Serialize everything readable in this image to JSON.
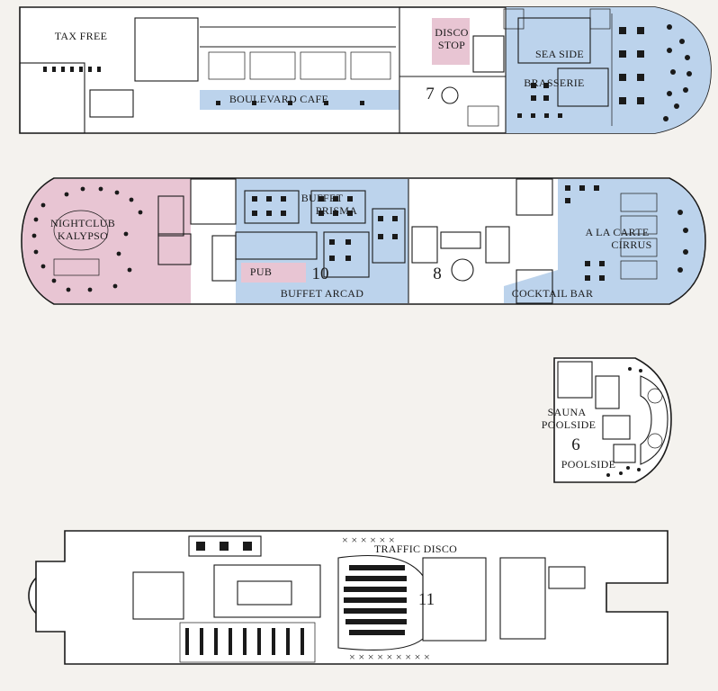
{
  "colors": {
    "background": "#f4f2ee",
    "hull": "#ffffff",
    "line": "#1a1a1a",
    "restaurant_zone": "#bcd3ec",
    "entertainment_zone": "#e8c5d3"
  },
  "decks": [
    {
      "id": "deck-7",
      "number": "7",
      "rooms": [
        {
          "id": "tax-free",
          "label": "TAX FREE"
        },
        {
          "id": "boulevard-cafe",
          "label": "BOULEVARD CAFE"
        },
        {
          "id": "disco-stop",
          "label_lines": [
            "DISCO",
            "STOP"
          ]
        },
        {
          "id": "sea-side",
          "label": "SEA SIDE"
        },
        {
          "id": "brasserie",
          "label": "BRASSERIE"
        }
      ]
    },
    {
      "id": "deck-8",
      "number": "8",
      "rooms": [
        {
          "id": "nightclub-kalypso",
          "label_lines": [
            "NIGHTCLUB",
            "KALYPSO"
          ]
        },
        {
          "id": "buffet-prisma",
          "label_lines": [
            "BUFFET",
            "PRISMA"
          ]
        },
        {
          "id": "pub",
          "label": "PUB"
        },
        {
          "id": "buffet-arcad",
          "label": "BUFFET ARCAD"
        },
        {
          "id": "a-la-carte-cirrus",
          "label_lines": [
            "A LA CARTE",
            "CIRRUS"
          ]
        },
        {
          "id": "cocktail-bar",
          "label": "COCKTAIL BAR"
        }
      ],
      "extra_marks": [
        "10"
      ]
    },
    {
      "id": "deck-6",
      "number": "6",
      "rooms": [
        {
          "id": "sauna-poolside",
          "label_lines": [
            "SAUNA",
            "POOLSIDE"
          ]
        },
        {
          "id": "poolside",
          "label": "POOLSIDE"
        }
      ]
    },
    {
      "id": "deck-11",
      "number": "11",
      "rooms": [
        {
          "id": "traffic-disco",
          "label": "TRAFFIC DISCO"
        }
      ]
    }
  ]
}
